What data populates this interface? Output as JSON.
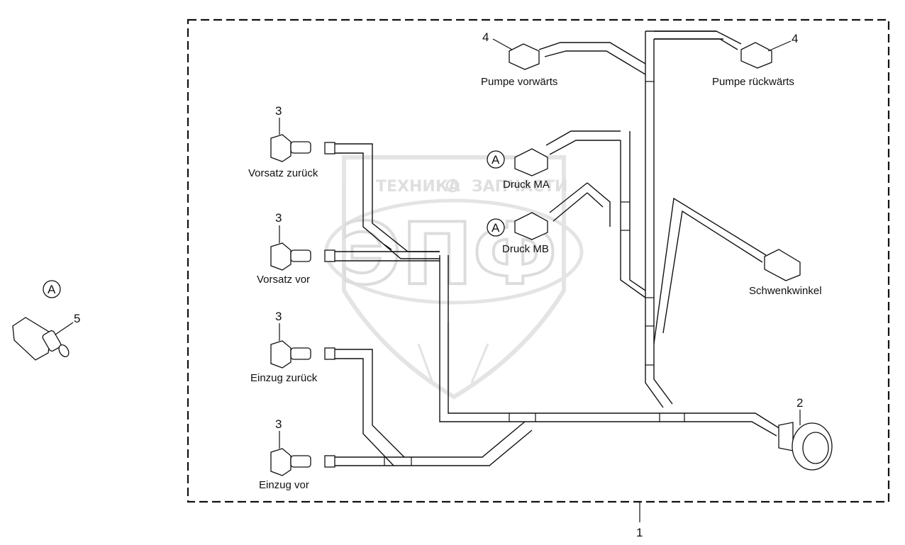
{
  "labels": {
    "pumpe_vorwaerts": "Pumpe vorwärts",
    "pumpe_rueckwaerts": "Pumpe rückwärts",
    "vorsatz_zurueck": "Vorsatz zurück",
    "vorsatz_vor": "Vorsatz vor",
    "einzug_zurueck": "Einzug zurück",
    "einzug_vor": "Einzug vor",
    "druck_ma": "Druck MA",
    "druck_mb": "Druck MB",
    "schwenkwinkel": "Schwenkwinkel"
  },
  "callouts": {
    "harness": "1",
    "main_plug": "2",
    "valve_connector": "3",
    "pump_connector": "4",
    "pressure_sensor": "5",
    "detail_a": "A"
  },
  "watermark": {
    "left_text": "ТЕХНИКА",
    "right_text": "ЗАПЧАСТИ",
    "logo": "ЭПФ"
  }
}
